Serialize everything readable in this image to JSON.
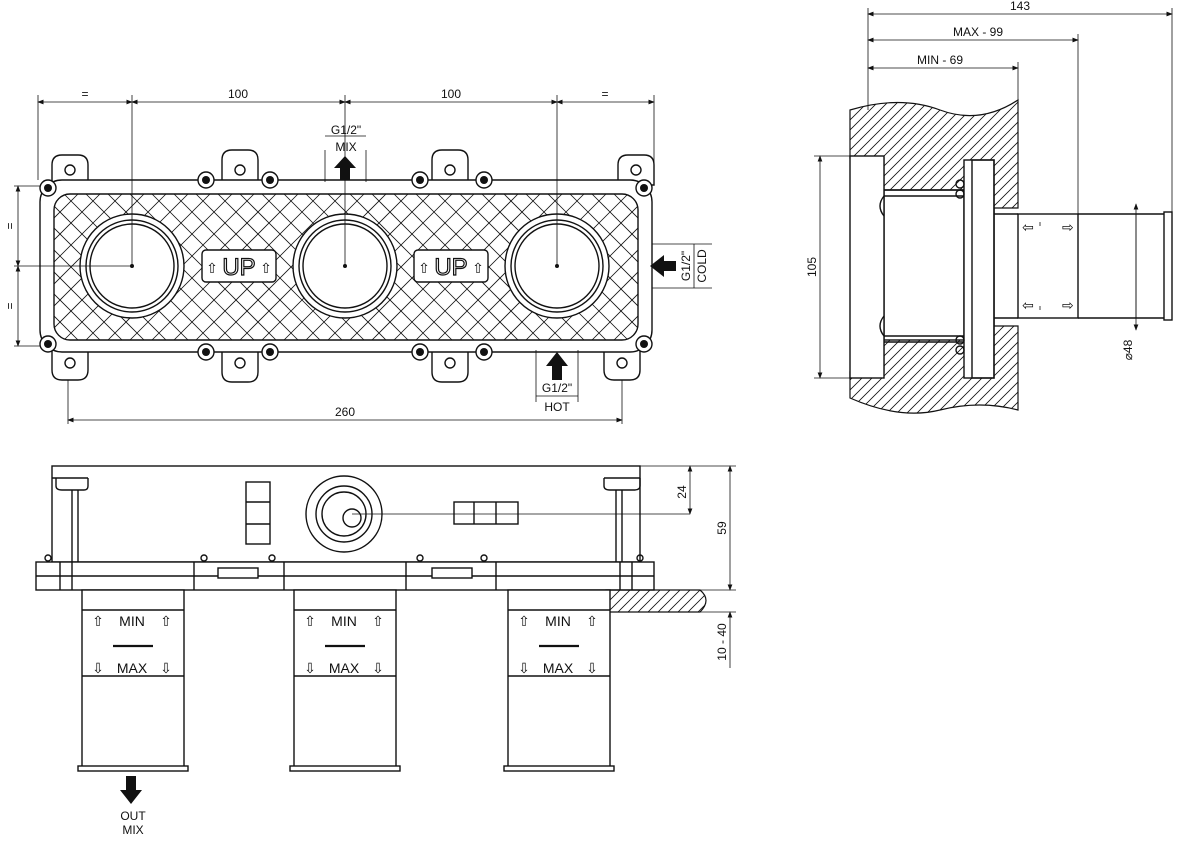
{
  "dimensions": {
    "front_left_eq": "=",
    "front_spacing_1": "100",
    "front_spacing_2": "100",
    "front_right_eq": "=",
    "front_overall": "260",
    "front_vert_eq_top": "=",
    "front_vert_eq_bottom": "=",
    "side_overall": "143",
    "side_max": "MAX - 99",
    "side_min": "MIN - 69",
    "side_height": "105",
    "side_diameter": "⌀48",
    "bottom_offset": "24",
    "bottom_height": "59",
    "bottom_range": "10 - 40"
  },
  "ports": {
    "mix_thread": "G1/2\"",
    "mix_label": "MIX",
    "hot_thread": "G1/2\"",
    "hot_label": "HOT",
    "cold_thread": "G1/2\"",
    "cold_label": "COLD",
    "out_label": "OUT",
    "out_sub": "MIX"
  },
  "markings": {
    "up": "UP",
    "min": "MIN",
    "max": "MAX"
  }
}
